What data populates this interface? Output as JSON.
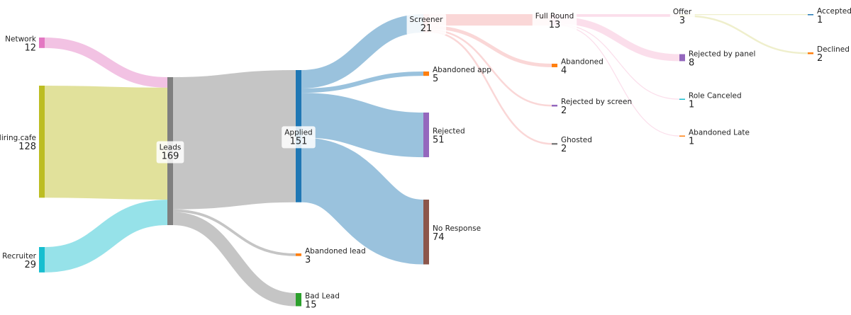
{
  "chart_data": {
    "type": "sankey",
    "nodes": [
      {
        "id": "network",
        "label": "Network",
        "value": 12,
        "color": "#e377c2"
      },
      {
        "id": "hiring",
        "label": "Hiring.cafe",
        "value": 128,
        "color": "#bcbd22"
      },
      {
        "id": "recruiter",
        "label": "Recruiter",
        "value": 29,
        "color": "#17becf"
      },
      {
        "id": "leads",
        "label": "Leads",
        "value": 169,
        "color": "#7f7f7f"
      },
      {
        "id": "applied",
        "label": "Applied",
        "value": 151,
        "color": "#1f77b4"
      },
      {
        "id": "abandoned_lead",
        "label": "Abandoned lead",
        "value": 3,
        "color": "#ff7f0e"
      },
      {
        "id": "bad_lead",
        "label": "Bad Lead",
        "value": 15,
        "color": "#2ca02c"
      },
      {
        "id": "screener",
        "label": "Screener",
        "value": 21,
        "color": "#f4a6a6"
      },
      {
        "id": "abandoned_app",
        "label": "Abandoned app",
        "value": 5,
        "color": "#ff7f0e"
      },
      {
        "id": "rejected",
        "label": "Rejected",
        "value": 51,
        "color": "#9467bd"
      },
      {
        "id": "no_response",
        "label": "No Response",
        "value": 74,
        "color": "#8c564b"
      },
      {
        "id": "full_round",
        "label": "Full Round",
        "value": 13,
        "color": "#f7b6d2"
      },
      {
        "id": "abandoned",
        "label": "Abandoned",
        "value": 4,
        "color": "#ff7f0e"
      },
      {
        "id": "rejected_screen",
        "label": "Rejected by screen",
        "value": 2,
        "color": "#9467bd"
      },
      {
        "id": "ghosted",
        "label": "Ghosted",
        "value": 2,
        "color": "#7f7f7f"
      },
      {
        "id": "offer",
        "label": "Offer",
        "value": 3,
        "color": "#dbdb8d"
      },
      {
        "id": "rejected_panel",
        "label": "Rejected by panel",
        "value": 8,
        "color": "#9467bd"
      },
      {
        "id": "role_canceled",
        "label": "Role Canceled",
        "value": 1,
        "color": "#17becf"
      },
      {
        "id": "abandoned_late",
        "label": "Abandoned Late",
        "value": 1,
        "color": "#ff7f0e"
      },
      {
        "id": "accepted",
        "label": "Accepted",
        "value": 1,
        "color": "#1f77b4"
      },
      {
        "id": "declined",
        "label": "Declined",
        "value": 2,
        "color": "#ff7f0e"
      }
    ],
    "links": [
      {
        "source": "network",
        "target": "leads",
        "value": 12
      },
      {
        "source": "hiring",
        "target": "leads",
        "value": 128
      },
      {
        "source": "recruiter",
        "target": "leads",
        "value": 29
      },
      {
        "source": "leads",
        "target": "applied",
        "value": 151
      },
      {
        "source": "leads",
        "target": "abandoned_lead",
        "value": 3
      },
      {
        "source": "leads",
        "target": "bad_lead",
        "value": 15
      },
      {
        "source": "applied",
        "target": "screener",
        "value": 21
      },
      {
        "source": "applied",
        "target": "abandoned_app",
        "value": 5
      },
      {
        "source": "applied",
        "target": "rejected",
        "value": 51
      },
      {
        "source": "applied",
        "target": "no_response",
        "value": 74
      },
      {
        "source": "screener",
        "target": "full_round",
        "value": 13
      },
      {
        "source": "screener",
        "target": "abandoned",
        "value": 4
      },
      {
        "source": "screener",
        "target": "rejected_screen",
        "value": 2
      },
      {
        "source": "screener",
        "target": "ghosted",
        "value": 2
      },
      {
        "source": "full_round",
        "target": "offer",
        "value": 3
      },
      {
        "source": "full_round",
        "target": "rejected_panel",
        "value": 8
      },
      {
        "source": "full_round",
        "target": "role_canceled",
        "value": 1
      },
      {
        "source": "full_round",
        "target": "abandoned_late",
        "value": 1
      },
      {
        "source": "offer",
        "target": "accepted",
        "value": 1
      },
      {
        "source": "offer",
        "target": "declined",
        "value": 2
      }
    ]
  }
}
